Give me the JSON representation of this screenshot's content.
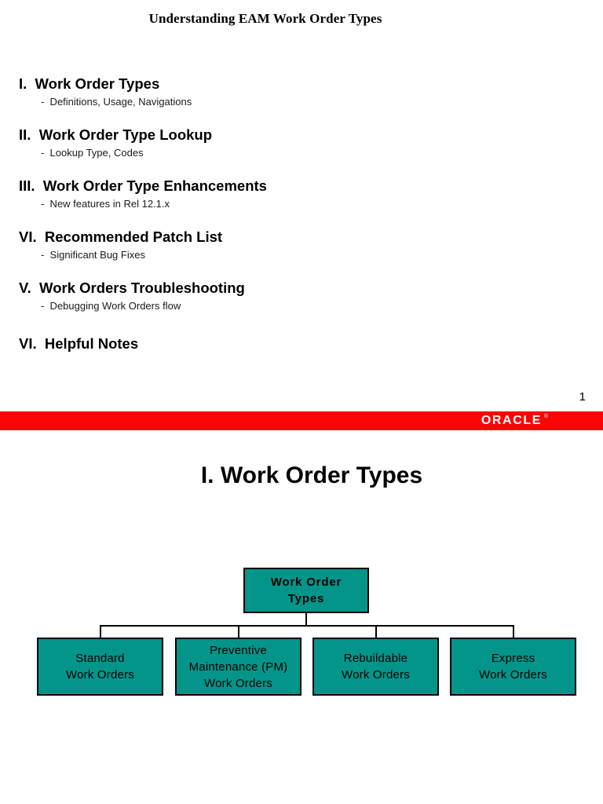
{
  "slide_one": {
    "deck_title": "Understanding EAM Work Order Types",
    "page_number": "1",
    "agenda": [
      {
        "heading": "I.  Work Order Types",
        "sub": "-  Definitions, Usage, Navigations"
      },
      {
        "heading": "II.  Work Order Type Lookup",
        "sub": "-  Lookup Type, Codes"
      },
      {
        "heading": "III.  Work Order Type Enhancements",
        "sub": "-  New features in Rel 12.1.x"
      },
      {
        "heading": "VI.  Recommended Patch List",
        "sub": "-  Significant Bug Fixes"
      },
      {
        "heading": "V.  Work Orders Troubleshooting",
        "sub": "-  Debugging Work Orders flow"
      },
      {
        "heading": "VI.  Helpful Notes",
        "sub": ""
      }
    ],
    "footer": {
      "logo_text": "ORACLE",
      "trademark": "®",
      "bar_color": "#fa0505"
    }
  },
  "slide_two": {
    "section_title": "I. Work Order Types",
    "diagram": {
      "node_fill": "#03958a",
      "node_border": "#000000",
      "root": "Work Order\nTypes",
      "children": [
        "Standard\nWork Orders",
        "Preventive\nMaintenance (PM)\nWork Orders",
        "Rebuildable\nWork Orders",
        "Express\nWork Orders"
      ]
    }
  }
}
